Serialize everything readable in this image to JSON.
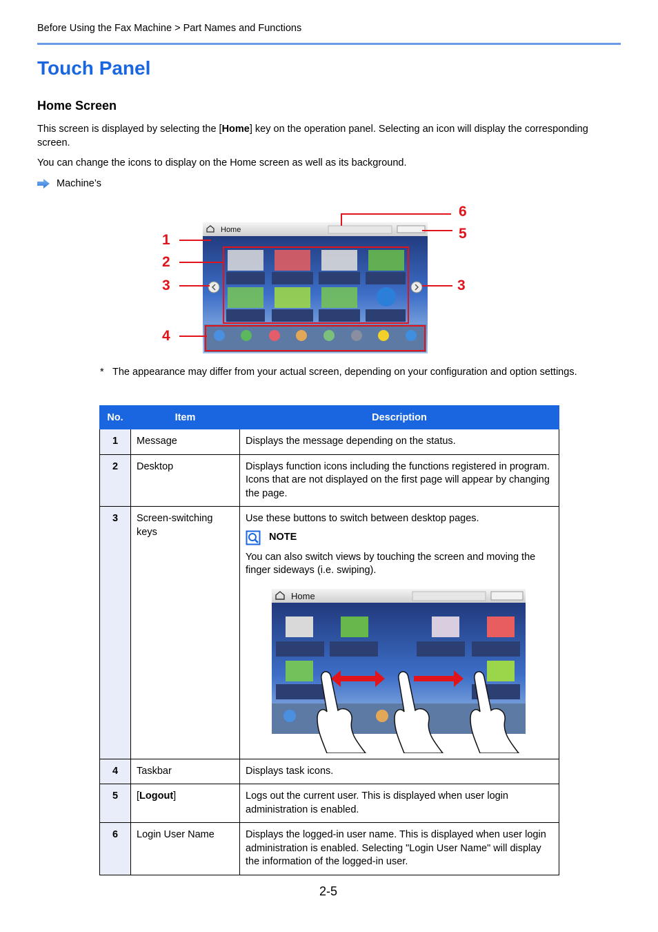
{
  "breadcrumb": "Before Using the Fax Machine > Part Names and Functions",
  "title": "Touch Panel",
  "section_heading": "Home Screen",
  "intro": {
    "p1_before": "This screen is displayed by selecting the [",
    "p1_bold": "Home",
    "p1_after": "] key on the operation panel. Selecting an icon will display the corresponding screen.",
    "p2": "You can change the icons to display on the Home screen as well as its background."
  },
  "link_text": "Machine’s",
  "screenshot": {
    "home_label": "Home",
    "callouts": [
      "1",
      "2",
      "3",
      "3",
      "4",
      "5",
      "6"
    ]
  },
  "footnote": {
    "star": "*",
    "text": "The appearance may differ from your actual screen, depending on your configuration and option settings."
  },
  "table": {
    "headers": [
      "No.",
      "Item",
      "Description"
    ],
    "rows": [
      {
        "no": "1",
        "item": "Message",
        "desc": "Displays the message depending on the status."
      },
      {
        "no": "2",
        "item": "Desktop",
        "desc": "Displays function icons including the functions registered in program. Icons that are not displayed on the first page will appear by changing the page."
      },
      {
        "no": "3",
        "item": "Screen-switching keys",
        "desc": "Use these buttons to switch between desktop pages.",
        "note_label": "NOTE",
        "note_text": "You can also switch views by touching the screen and moving the finger sideways (i.e. swiping).",
        "swipe_home_label": "Home"
      },
      {
        "no": "4",
        "item": "Taskbar",
        "desc": "Displays task icons."
      },
      {
        "no": "5",
        "item_before": "[",
        "item_bold": "Logout",
        "item_after": "]",
        "desc": "Logs out the current user. This is displayed when user login administration is enabled."
      },
      {
        "no": "6",
        "item": "Login User Name",
        "desc": "Displays the logged-in user name. This is displayed when user login administration is enabled. Selecting \"Login User Name\" will display the information of the logged-in user."
      }
    ]
  },
  "page_number": "2-5",
  "colors": {
    "accent": "#1a66e0",
    "callout": "#e0141a",
    "rule": "#6a9be8",
    "no_column_bg": "#e8edf9"
  }
}
